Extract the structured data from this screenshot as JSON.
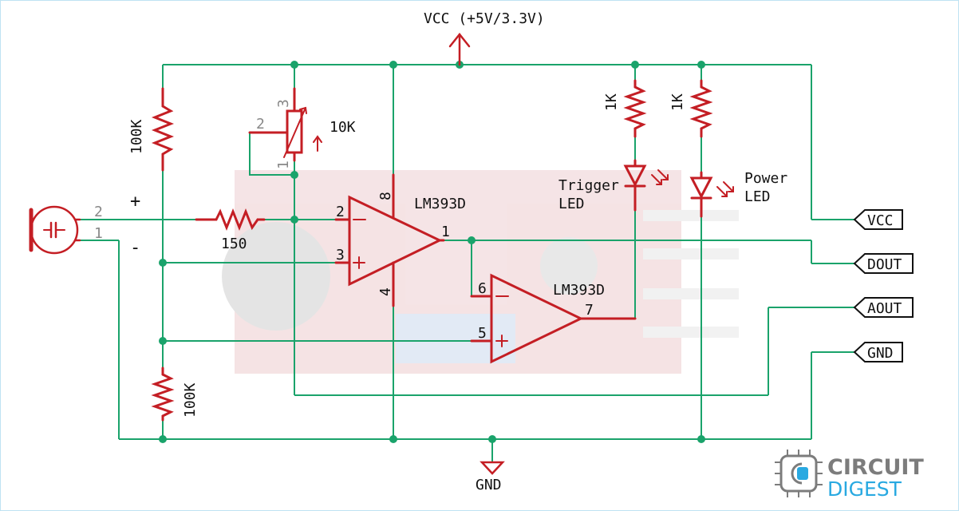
{
  "supply": {
    "label": "VCC (+5V/3.3V)",
    "ground_label": "GND"
  },
  "mic": {
    "pin2": "2",
    "pin1": "1",
    "plus": "+",
    "minus": "-"
  },
  "resistors": {
    "r_top": "100K",
    "r_bottom": "100K",
    "r_input": "150",
    "r_led1": "1K",
    "r_led2": "1K"
  },
  "pot": {
    "value": "10K",
    "pin1": "1",
    "pin2": "2",
    "pin3": "3"
  },
  "comparator1": {
    "name": "LM393D",
    "pin_inv": "2",
    "pin_noninv": "3",
    "pin_out": "1",
    "pin_vcc": "8",
    "pin_gnd": "4"
  },
  "comparator2": {
    "name": "LM393D",
    "pin_inv": "6",
    "pin_noninv": "5",
    "pin_out": "7"
  },
  "leds": {
    "trigger_line1": "Trigger",
    "trigger_line2": "LED",
    "power_line1": "Power",
    "power_line2": "LED"
  },
  "ports": {
    "vcc": "VCC",
    "dout": "DOUT",
    "aout": "AOUT",
    "gnd": "GND"
  },
  "logo": {
    "line1": "CIRCUIT",
    "line2": "DIGEST"
  },
  "colors": {
    "wire": "#1aa36b",
    "component": "#c41e24",
    "pin_number": "#888888",
    "logo_blue": "#29a9e1",
    "logo_gray": "#7c7c7c"
  }
}
